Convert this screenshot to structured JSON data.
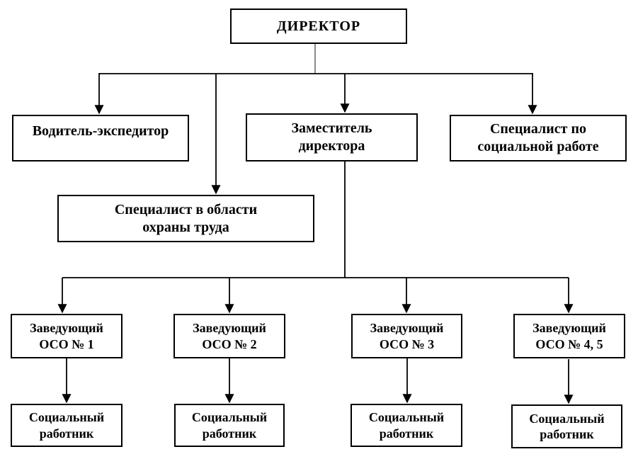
{
  "diagram": {
    "type": "org-chart",
    "background_color": "#ffffff",
    "line_color": "#000000",
    "box_border_color": "#000000",
    "text_color": "#000000",
    "nodes": {
      "director": {
        "label": "ДИРЕКТОР"
      },
      "driver": {
        "label": "Водитель-экспедитор"
      },
      "deputy_director": {
        "label": "Заместитель\nдиректора"
      },
      "social_work_specialist": {
        "label": "Специалист по\nсоциальной работе"
      },
      "labor_safety_specialist": {
        "label": "Специалист в области\nохраны труда"
      },
      "oso_head_1": {
        "label": "Заведующий\nОСО № 1"
      },
      "oso_head_2": {
        "label": "Заведующий\nОСО № 2"
      },
      "oso_head_3": {
        "label": "Заведующий\nОСО № 3"
      },
      "oso_head_4_5": {
        "label": "Заведующий\nОСО № 4, 5"
      },
      "social_worker_1": {
        "label": "Социальный\nработник"
      },
      "social_worker_2": {
        "label": "Социальный\nработник"
      },
      "social_worker_3": {
        "label": "Социальный\nработник"
      },
      "social_worker_4": {
        "label": "Социальный\nработник"
      }
    },
    "edges": [
      {
        "from": "director",
        "to": "driver"
      },
      {
        "from": "director",
        "to": "labor_safety_specialist"
      },
      {
        "from": "director",
        "to": "deputy_director"
      },
      {
        "from": "director",
        "to": "social_work_specialist"
      },
      {
        "from": "deputy_director",
        "to": "oso_head_1"
      },
      {
        "from": "deputy_director",
        "to": "oso_head_2"
      },
      {
        "from": "deputy_director",
        "to": "oso_head_3"
      },
      {
        "from": "deputy_director",
        "to": "oso_head_4_5"
      },
      {
        "from": "oso_head_1",
        "to": "social_worker_1"
      },
      {
        "from": "oso_head_2",
        "to": "social_worker_2"
      },
      {
        "from": "oso_head_3",
        "to": "social_worker_3"
      },
      {
        "from": "oso_head_4_5",
        "to": "social_worker_4"
      }
    ]
  }
}
